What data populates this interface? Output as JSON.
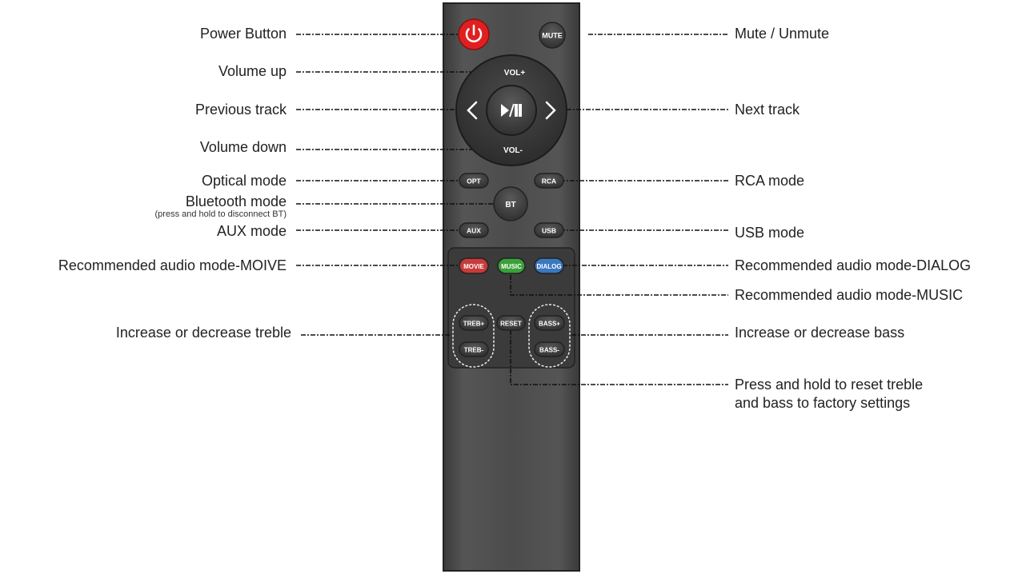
{
  "left_labels": {
    "power": "Power Button",
    "vol_up": "Volume up",
    "prev": "Previous track",
    "vol_down": "Volume down",
    "optical": "Optical mode",
    "bluetooth": "Bluetooth mode",
    "bluetooth_note": "(press and hold to disconnect BT)",
    "aux": "AUX mode",
    "movie": "Recommended audio mode-MOIVE",
    "treble": "Increase or decrease treble"
  },
  "right_labels": {
    "mute": "Mute / Unmute",
    "next": "Next track",
    "rca": "RCA mode",
    "usb": "USB mode",
    "dialog": "Recommended audio mode-DIALOG",
    "music": "Recommended audio mode-MUSIC",
    "bass": "Increase or decrease bass",
    "reset_line1": "Press and hold to reset treble",
    "reset_line2": "and bass to factory settings"
  },
  "buttons": {
    "mute": "MUTE",
    "vol_plus": "VOL+",
    "vol_minus": "VOL-",
    "opt": "OPT",
    "rca": "RCA",
    "bt": "BT",
    "aux": "AUX",
    "usb": "USB",
    "movie": "MOVIE",
    "music": "MUSIC",
    "dialog": "DIALOG",
    "treb_plus": "TREB+",
    "treb_minus": "TREB-",
    "reset": "RESET",
    "bass_plus": "BASS+",
    "bass_minus": "BASS-"
  },
  "colors": {
    "remote_body": "#4a4a4a",
    "power_button": "#e02020",
    "movie_button": "#c93a3a",
    "music_button": "#3aa03a",
    "dialog_button": "#3a78c0"
  }
}
